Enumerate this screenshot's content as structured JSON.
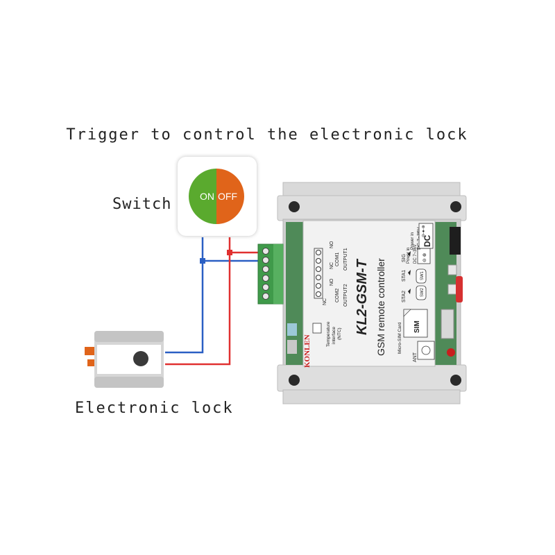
{
  "title": "Trigger to control the electronic lock",
  "switch": {
    "label": "Switch",
    "on_text": "ON",
    "off_text": "OFF",
    "on_color": "#5aaa2e",
    "off_color": "#e0641a"
  },
  "lock": {
    "label": "Electronic lock",
    "accent_color": "#e0641a"
  },
  "wires": {
    "blue": "#2a5fc4",
    "red": "#e03030"
  },
  "device": {
    "brand": "KONLEN",
    "model": "KL2-GSM-T",
    "subtitle": "GSM remote controller",
    "power_in": "Power in",
    "dc_range": "DC 7~36V",
    "dc": "DC",
    "dc_polarity": "⊖-●-⊕",
    "power_in_small": "Power in",
    "dc_small": "DC 7~36V",
    "dc_small_polarity": "⊖ ⊕",
    "sig": "SIG",
    "sta1": "STA1",
    "sta2": "STA2",
    "sw1": "SW1",
    "sw2": "SW2",
    "sim": "SIM",
    "micro_sim": "Micro-SIM Card",
    "ant": "ANT",
    "temp_1": "Temperature",
    "temp_2": "interface",
    "temp_3": "(NTC)",
    "no1": "NO",
    "nc1": "NC",
    "com1": "COM1",
    "output1": "OUTPUT1",
    "no2": "NO",
    "nc2": "NC",
    "com2": "COM2",
    "output2": "OUTPUT2"
  }
}
